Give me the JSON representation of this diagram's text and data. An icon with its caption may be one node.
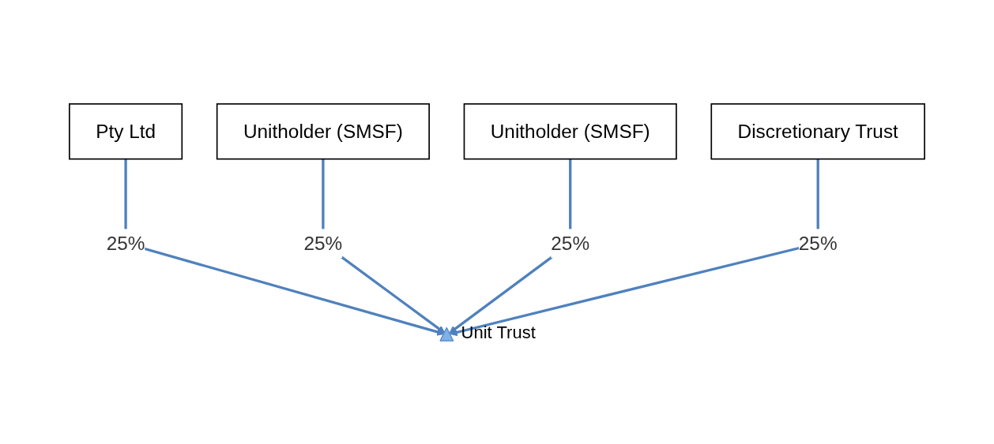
{
  "diagram": {
    "nodes": [
      {
        "text": [
          "Pty Ltd"
        ]
      },
      {
        "text": [
          "Unitholder (SMSF)"
        ]
      },
      {
        "text": [
          "Unitholder (SMSF)"
        ]
      },
      {
        "text": [
          "Discretionary Trust"
        ]
      },
      {
        "text": [],
        "shape": "triangle",
        "beside": [
          "Unit Trust"
        ]
      }
    ],
    "edges": [
      {
        "from": 0,
        "to": 4,
        "arrow": "to",
        "label": "25%"
      },
      {
        "from": 1,
        "to": 4,
        "arrow": "to",
        "label": "25%"
      },
      {
        "from": 2,
        "to": 4,
        "arrow": "to",
        "label": "25%"
      },
      {
        "from": 3,
        "to": 4,
        "arrow": "to",
        "label": "25%"
      }
    ]
  }
}
